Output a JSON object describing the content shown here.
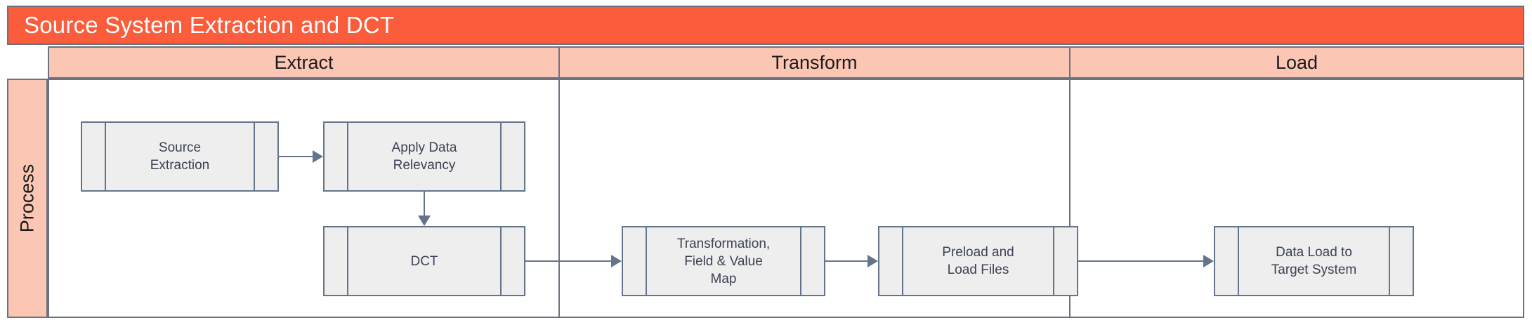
{
  "title": {
    "text": "Source System Extraction and DCT"
  },
  "colors": {
    "title_bar": "#fa5c3c",
    "title_text": "#ffffff",
    "lane_header_bg": "#fcc6b4",
    "lane_body_bg": "#ffffff",
    "box_fill": "#eeeeee",
    "box_stroke": "#64748b",
    "outer_stroke": "#6b7280",
    "connector": "#64748b",
    "label_text": "#1b1b1b",
    "box_text": "#3b4252"
  },
  "pool": {
    "label": "Process"
  },
  "lanes": [
    {
      "id": "extract",
      "label": "Extract"
    },
    {
      "id": "transform",
      "label": "Transform"
    },
    {
      "id": "load",
      "label": "Load"
    }
  ],
  "nodes": [
    {
      "id": "source-extraction",
      "lane": "extract",
      "label": "Source\nExtraction",
      "shape": "predefined-process"
    },
    {
      "id": "apply-data-relevancy",
      "lane": "extract",
      "label": "Apply Data\nRelevancy",
      "shape": "predefined-process"
    },
    {
      "id": "dct",
      "lane": "extract",
      "label": "DCT",
      "shape": "predefined-process"
    },
    {
      "id": "transformation-map",
      "lane": "transform",
      "label": "Transformation,\nField & Value\nMap",
      "shape": "predefined-process"
    },
    {
      "id": "preload-load-files",
      "lane": "transform",
      "label": "Preload and\nLoad Files",
      "shape": "predefined-process"
    },
    {
      "id": "data-load-target",
      "lane": "load",
      "label": "Data Load to\nTarget System",
      "shape": "predefined-process"
    }
  ],
  "edges": [
    {
      "from": "source-extraction",
      "to": "apply-data-relevancy",
      "direction": "right"
    },
    {
      "from": "apply-data-relevancy",
      "to": "dct",
      "direction": "down"
    },
    {
      "from": "dct",
      "to": "transformation-map",
      "direction": "right"
    },
    {
      "from": "transformation-map",
      "to": "preload-load-files",
      "direction": "right"
    },
    {
      "from": "preload-load-files",
      "to": "data-load-target",
      "direction": "right"
    }
  ]
}
